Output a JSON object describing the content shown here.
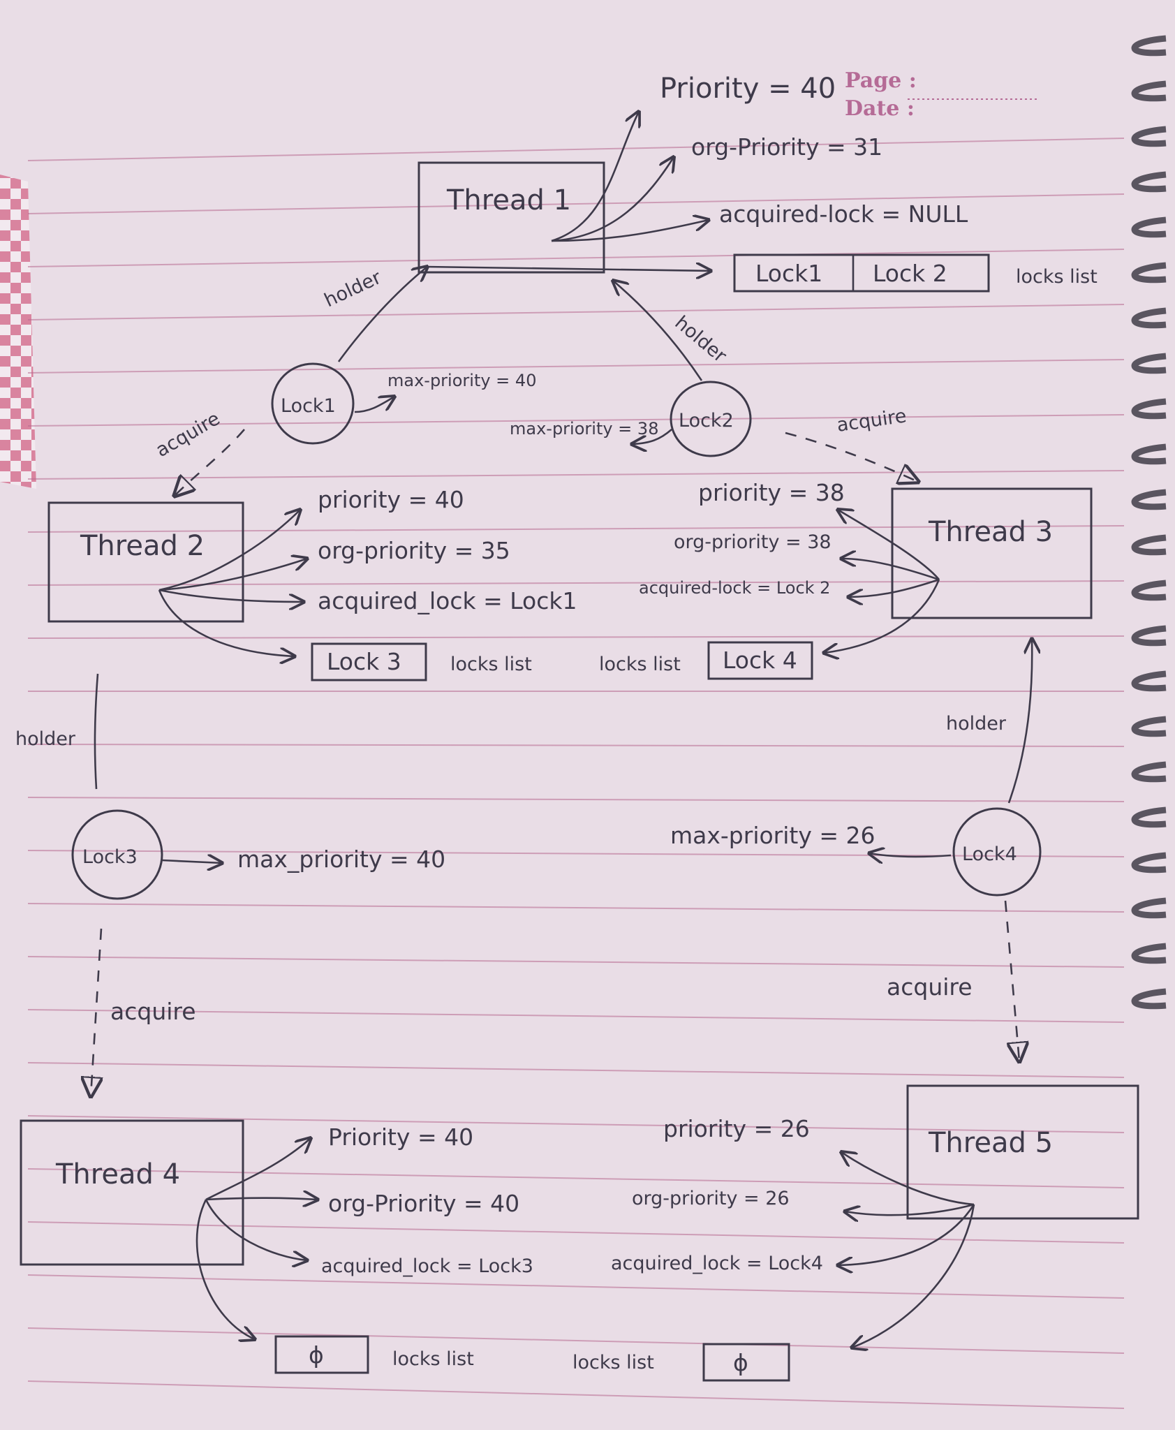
{
  "page_header": {
    "page_label": "Page :",
    "date_label": "Date :"
  },
  "thread1": {
    "name": "Thread 1",
    "priority": "Priority = 40",
    "org_priority": "org-Priority = 31",
    "acquired_lock": "acquired-lock = NULL",
    "locks": [
      "Lock1",
      "Lock 2"
    ],
    "locks_label": "locks list"
  },
  "thread2": {
    "name": "Thread 2",
    "priority": "priority = 40",
    "org_priority": "org-priority = 35",
    "acquired_lock": "acquired_lock = Lock1",
    "locks": [
      "Lock 3"
    ],
    "locks_label": "locks list"
  },
  "thread3": {
    "name": "Thread 3",
    "priority": "priority = 38",
    "org_priority": "org-priority = 38",
    "acquired_lock": "acquired-lock = Lock 2",
    "locks": [
      "Lock 4"
    ],
    "locks_label": "locks list"
  },
  "thread4": {
    "name": "Thread 4",
    "priority": "Priority = 40",
    "org_priority": "org-Priority = 40",
    "acquired_lock": "acquired_lock = Lock3",
    "locks": [
      "ϕ"
    ],
    "locks_label": "locks list"
  },
  "thread5": {
    "name": "Thread 5",
    "priority": "priority = 26",
    "org_priority": "org-priority = 26",
    "acquired_lock": "acquired_lock = Lock4",
    "locks": [
      "ϕ"
    ],
    "locks_label": "locks list"
  },
  "lock1": {
    "name": "Lock1",
    "max_priority": "max-priority = 40"
  },
  "lock2": {
    "name": "Lock2",
    "max_priority": "max-priority = 38"
  },
  "lock3": {
    "name": "Lock3",
    "max_priority": "max_priority = 40"
  },
  "lock4": {
    "name": "Lock4",
    "max_priority": "max-priority = 26"
  },
  "edge_labels": {
    "holder": "holder",
    "acquire": "acquire"
  }
}
